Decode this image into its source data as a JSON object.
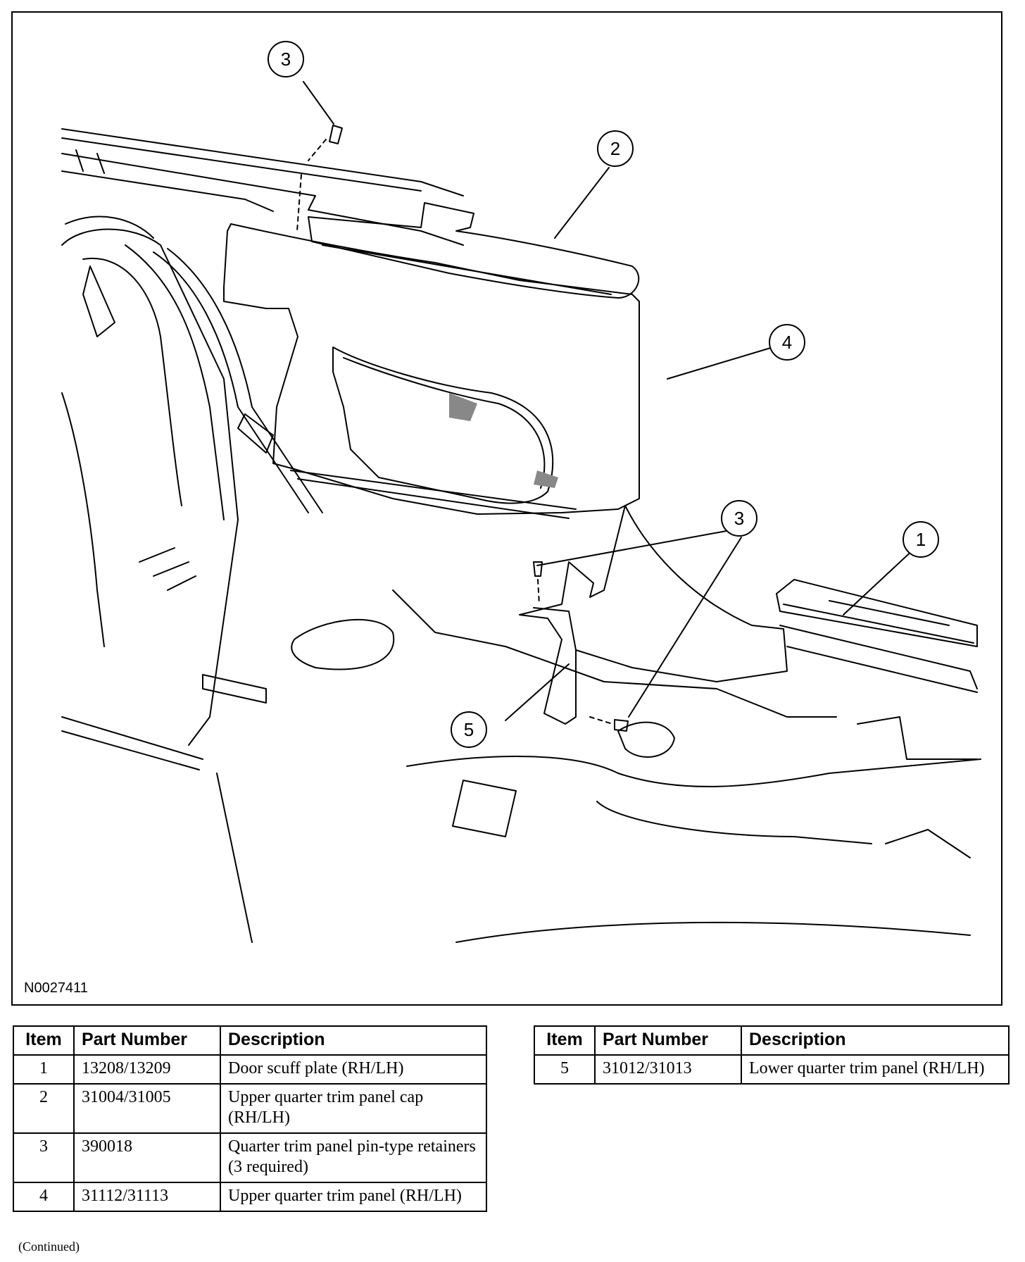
{
  "figure": {
    "id": "N0027411",
    "callouts": [
      {
        "label": "1",
        "name": "callout-1"
      },
      {
        "label": "2",
        "name": "callout-2"
      },
      {
        "label": "3",
        "name": "callout-3-top"
      },
      {
        "label": "3",
        "name": "callout-3-mid"
      },
      {
        "label": "4",
        "name": "callout-4"
      },
      {
        "label": "5",
        "name": "callout-5"
      }
    ]
  },
  "table": {
    "headers": [
      "Item",
      "Part Number",
      "Description"
    ],
    "left_rows": [
      {
        "item": "1",
        "part": "13208/13209",
        "desc": "Door scuff plate (RH/LH)"
      },
      {
        "item": "2",
        "part": "31004/31005",
        "desc": "Upper quarter trim panel cap (RH/LH)"
      },
      {
        "item": "3",
        "part": "390018",
        "desc": "Quarter trim panel pin-type retainers (3 required)"
      },
      {
        "item": "4",
        "part": "31112/31113",
        "desc": "Upper quarter trim panel (RH/LH)"
      }
    ],
    "right_rows": [
      {
        "item": "5",
        "part": "31012/31013",
        "desc": "Lower quarter trim panel (RH/LH)"
      }
    ]
  },
  "footer": {
    "continued": "(Continued)"
  }
}
